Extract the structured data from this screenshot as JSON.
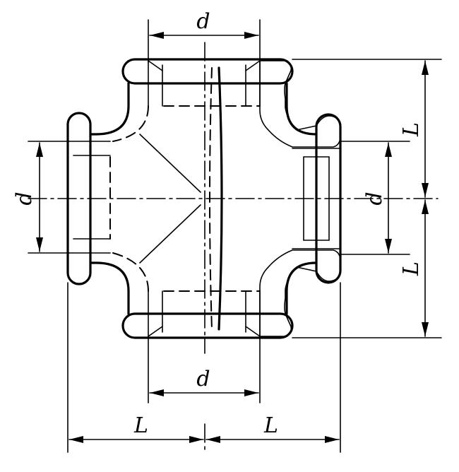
{
  "labels": {
    "d_top": "d",
    "d_left": "d",
    "d_right": "d",
    "d_bottom": "d",
    "L_right_upper": "L",
    "L_right_lower": "L",
    "L_bottom_left": "L",
    "L_bottom_right": "L"
  },
  "colors": {
    "line": "#000000",
    "background": "#ffffff"
  }
}
